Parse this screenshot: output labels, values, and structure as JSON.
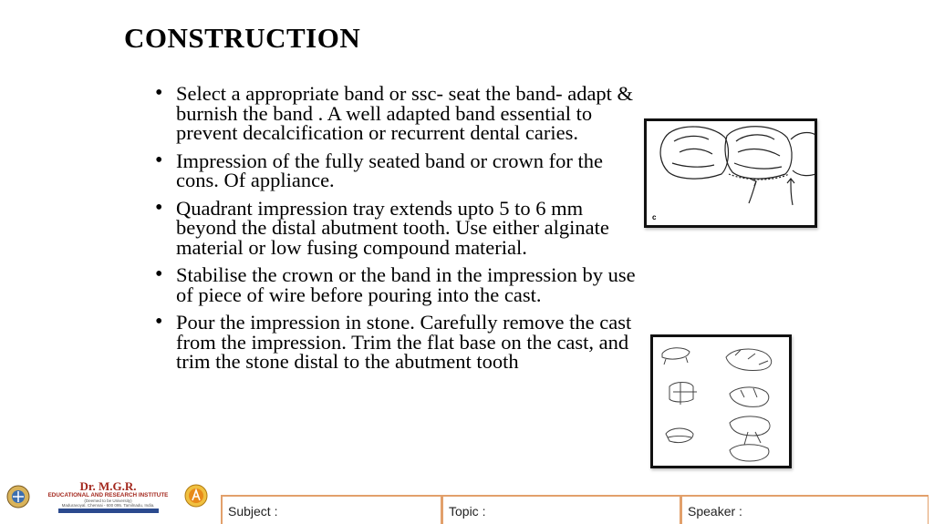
{
  "slide": {
    "title": "CONSTRUCTION",
    "bullets": [
      "Select a appropriate band or ssc- seat the band- adapt & burnish the band . A well adapted band essential to prevent decalcification or recurrent dental caries.",
      "Impression of the fully seated band or crown for the cons. Of appliance.",
      "Quadrant impression tray extends upto 5 to 6 mm beyond the distal abutment tooth. Use either alginate material or low fusing compound material.",
      "Stabilise the crown or the band in the impression by use of piece of wire before pouring into the cast.",
      "Pour the impression in stone. Carefully remove the cast from the impression. Trim the flat base on the cast, and trim the stone distal to the abutment tooth"
    ],
    "bullet_symbol": "•",
    "figure1_letter": "c"
  },
  "logo": {
    "name": "Dr. M.G.R.",
    "institute": "EDUCATIONAL AND RESEARCH INSTITUTE",
    "deemed": "(Deemed to be University)",
    "address": "Maduravoyal, Chennai - 600 095. Tamilnadu, India."
  },
  "footer": {
    "subject_label": "Subject :",
    "topic_label": "Topic :",
    "speaker_label": "Speaker :"
  },
  "colors": {
    "footer_border": "#e2a06b",
    "logo_red": "#a3281e",
    "logo_blue": "#2b4a8e"
  }
}
